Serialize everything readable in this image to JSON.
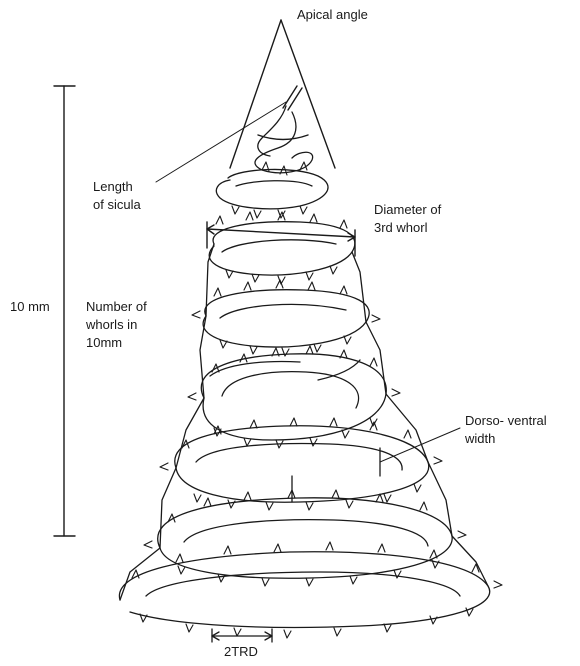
{
  "labels": {
    "apical_angle": "Apical angle",
    "length_of_sicula_1": "Length",
    "length_of_sicula_2": "of sicula",
    "diameter_1": "Diameter of",
    "diameter_2": "3rd whorl",
    "scale": "10 mm",
    "number_1": "Number of",
    "number_2": "whorls in",
    "number_3": "10mm",
    "dorso_1": "Dorso- ventral",
    "dorso_2": "width",
    "trd": "2TRD"
  },
  "colors": {
    "ink": "#1a1a1a",
    "background": "#ffffff"
  }
}
